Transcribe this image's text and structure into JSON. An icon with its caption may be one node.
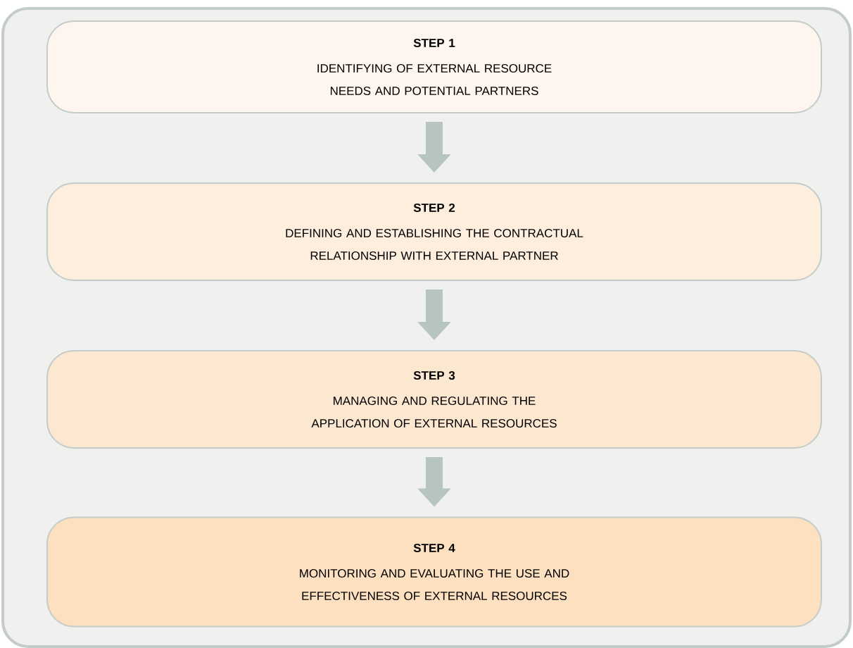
{
  "diagram": {
    "nodes": [
      {
        "text": [
          "STEP 1",
          "IDENTIFYING OF EXTERNAL RESOURCE NEEDS AND POTENTIAL PARTNERS"
        ]
      },
      {
        "text": [
          "STEP 2",
          "DEFINING AND ESTABLISHING THE CONTRACTUAL RELATIONSHIP WITH EXTERNAL PARTNER"
        ]
      },
      {
        "text": [
          "STEP 3",
          "MANAGING AND REGULATING THE APPLICATION OF EXTERNAL RESOURCES"
        ]
      },
      {
        "text": [
          "STEP 4",
          "MONITORING AND EVALUATING THE USE AND EFFECTIVENESS OF EXTERNAL RESOURCES"
        ]
      }
    ],
    "edges": [
      {
        "from": 0,
        "to": 1,
        "arrow": "to"
      },
      {
        "from": 1,
        "to": 2,
        "arrow": "to"
      },
      {
        "from": 2,
        "to": 3,
        "arrow": "to"
      }
    ]
  }
}
